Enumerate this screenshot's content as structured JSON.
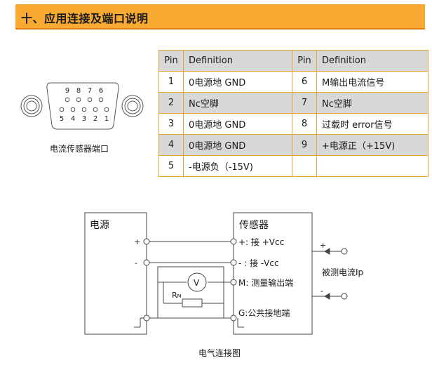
{
  "header": {
    "title": "十、应用连接及端口说明"
  },
  "connector": {
    "caption": "电流传感器端口",
    "top_pins": [
      "9",
      "8",
      "7",
      "6"
    ],
    "bottom_pins": [
      "5",
      "4",
      "3",
      "2",
      "1"
    ]
  },
  "pin_table": {
    "headers": [
      "Pin",
      "Definition",
      "Pin",
      "Definition"
    ],
    "rows": [
      [
        "1",
        "0电源地 GND",
        "6",
        "M输出电流信号"
      ],
      [
        "2",
        "Nc空脚",
        "7",
        "Nc空脚"
      ],
      [
        "3",
        "0电源地 GND",
        "8",
        "过载时 error信号"
      ],
      [
        "4",
        "0电源地 GND",
        "9",
        "+电源正（+15V)"
      ],
      [
        "5",
        "-电源负（-15V)",
        "",
        ""
      ]
    ]
  },
  "diagram": {
    "power_label": "电源",
    "sensor_label": "传感器",
    "plus": "+",
    "minus": "-",
    "terminal_plus": "+: 接 +Vcc",
    "terminal_minus": "- : 接 -Vcc",
    "terminal_m": "M: 测量输出端",
    "terminal_g": "G:公共接地端",
    "voltmeter": "V",
    "resistor_main": "R",
    "resistor_sub": "M",
    "input_plus": "+",
    "input_minus": "-",
    "measured_current": "被测电流Ip",
    "caption": "电气连接图"
  }
}
